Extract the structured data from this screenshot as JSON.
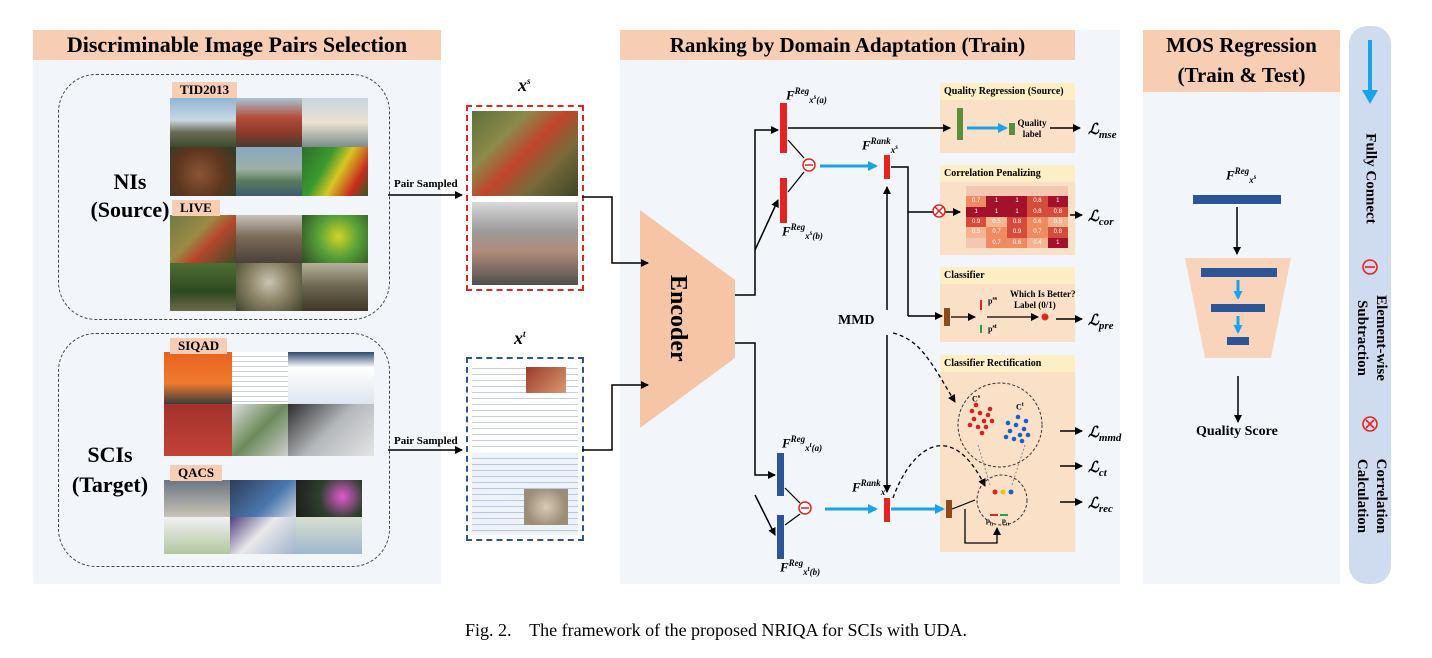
{
  "sections": {
    "left_title": "Discriminable Image Pairs Selection",
    "middle_title": "Ranking by Domain Adaptation (Train)",
    "right_title_line1": "MOS Regression",
    "right_title_line2": "(Train & Test)"
  },
  "left": {
    "source_line1": "NIs",
    "source_line2": "(Source)",
    "target_line1": "SCIs",
    "target_line2": "(Target)",
    "dataset_tid": "TID2013",
    "dataset_live": "LIVE",
    "dataset_siqad": "SIQAD",
    "dataset_qacs": "QACS",
    "pair_sampled_1": "Pair Sampled",
    "pair_sampled_2": "Pair Sampled",
    "xs_base": "x",
    "xs_sup": "s",
    "xt_base": "x",
    "xt_sup": "t"
  },
  "middle": {
    "encoder": "Encoder",
    "mmd": "MMD",
    "qr_title": "Quality Regression (Source)",
    "quality_label_1": "Quality",
    "quality_label_2": "label",
    "cp_title": "Correlation  Penalizing",
    "cls_title": "Classifier",
    "which_better": "Which Is Better?",
    "label01": "Label (0/1)",
    "pss": "p",
    "pss_sup": "ss",
    "pst": "p",
    "pst_sup": "st",
    "cr_title": "Classifier Rectification",
    "c_s": "C",
    "c_s_sup": "s",
    "c_t": "C",
    "c_t_sup": "t",
    "ptt": "p",
    "ptt_sub": "tt",
    "ptt2": "p",
    "ptt2_sub": "tt",
    "loss_mse": "mse",
    "loss_cor": "cor",
    "loss_pre": "pre",
    "loss_mmd": "mmd",
    "loss_ct": "ct",
    "loss_rec": "rec",
    "loss_symbol": "ℒ",
    "corr_matrix": [
      [
        "",
        "",
        "",
        "",
        ""
      ],
      [
        "0.7",
        "1",
        "1",
        "0.8",
        "1"
      ],
      [
        "1",
        "1",
        "1",
        "0.8",
        "0.8"
      ],
      [
        "0.9",
        "0.5",
        "0.8",
        "0.6",
        "0.5"
      ],
      [
        "0.5",
        "0.7",
        "0.9",
        "0.7",
        "0.8"
      ],
      [
        "",
        "0.7",
        "0.6",
        "0.4",
        "1"
      ]
    ]
  },
  "features": {
    "F": "F",
    "reg": "Reg",
    "rank": "Rank",
    "xs_a": "x",
    "xs_a_sup": "s",
    "xs_a_tail": "(a)",
    "xs_b_tail": "(b)",
    "xt_a_tail": "(a)",
    "xt_b_tail": "(b)",
    "xs": "x",
    "xs_sup": "s",
    "xt": "x",
    "xt_sup": "t"
  },
  "right": {
    "feature_sub": "x",
    "feature_sub_sup": "s",
    "quality_score": "Quality Score"
  },
  "legend": {
    "fully_connect": "Fully Connect",
    "subtraction_line1": "Element-wise",
    "subtraction_line2": "Subtraction",
    "correlation_line1": "Correlation",
    "correlation_line2": "Calculation"
  },
  "caption": "Fig. 2.    The framework of the proposed NRIQA for SCIs with UDA.",
  "colors": {
    "panel_bg": "#f2f6fb",
    "header_bg": "#f7cdb3",
    "source_red": "#e52421",
    "target_blue": "#2b5597",
    "arrow_cyan": "#1aa3e8",
    "legend_bg": "#cfdcef"
  }
}
